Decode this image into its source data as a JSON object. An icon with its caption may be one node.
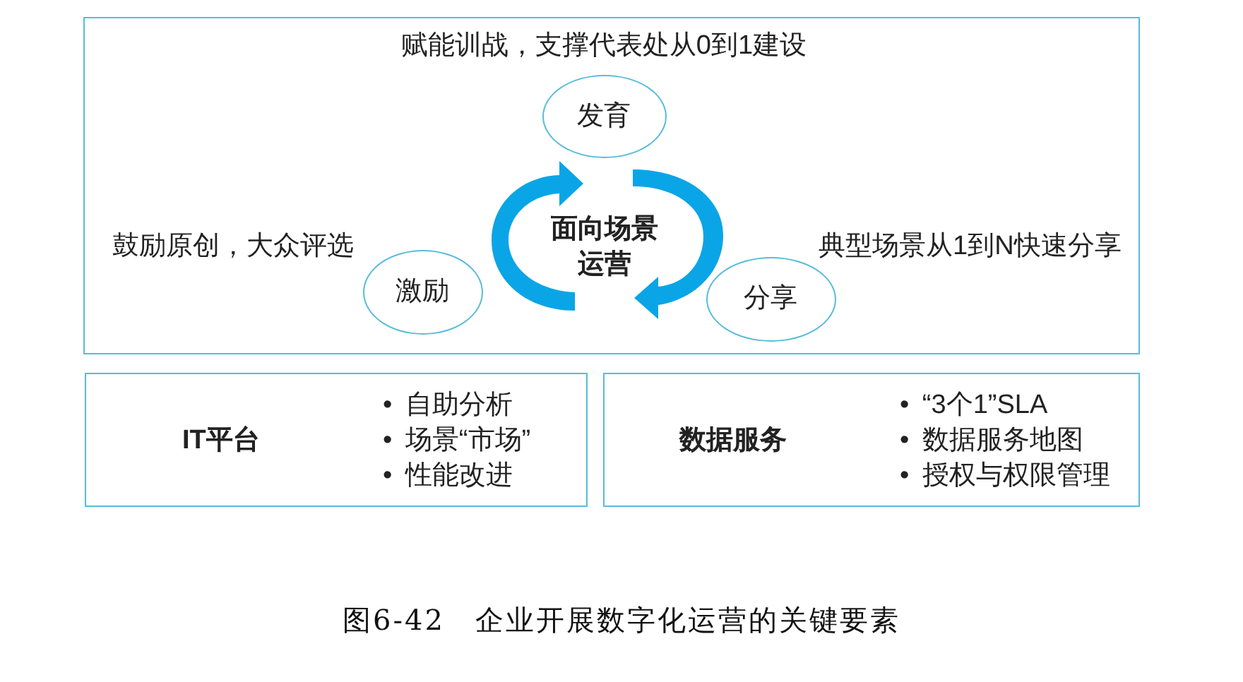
{
  "diagram": {
    "caption": "图6-42　企业开展数字化运营的关键要素",
    "nodes": [
      {
        "text": [],
        "shape": "box"
      },
      {
        "text": [
          "发育"
        ],
        "in": 0,
        "beside": [
          "赋能训战，支撑代表处从0到1建设"
        ]
      },
      {
        "text": [
          "激励"
        ],
        "in": 0,
        "beside": [
          "鼓励原创，大众评选"
        ]
      },
      {
        "text": [
          "分享"
        ],
        "in": 0,
        "beside": [
          "典型场景从1到N快速分享"
        ]
      },
      {
        "text": [
          "IT平台",
          "• 自助分析",
          "• 场景“市场”",
          "• 性能改进"
        ]
      },
      {
        "text": [
          "数据服务",
          "• “3个1”SLA",
          "• 数据服务地图",
          "• 授权与权限管理"
        ]
      }
    ],
    "labels": [
      "面向场景运营"
    ]
  }
}
